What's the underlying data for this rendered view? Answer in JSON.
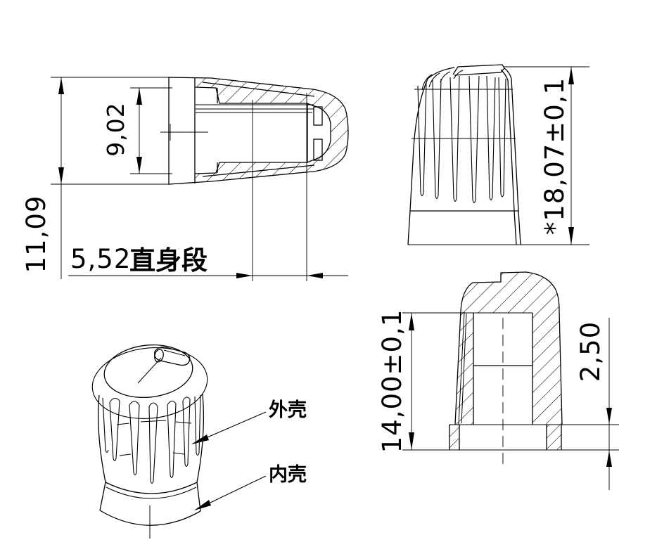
{
  "colors": {
    "background": "#ffffff",
    "line": "#000000"
  },
  "views": {
    "side_section": {
      "dim_inner_diameter": "9,02",
      "dim_overall_diameter": "11,09",
      "dim_straight_value": "5,52",
      "dim_straight_suffix": "直身段"
    },
    "front_elevation": {
      "dim_height": "*18,07±0,1"
    },
    "isometric": {
      "label_outer_shell": "外壳",
      "label_inner_shell": "内壳"
    },
    "vertical_section": {
      "dim_depth": "14,00±0,1",
      "dim_skirt_height": "2,50"
    }
  }
}
